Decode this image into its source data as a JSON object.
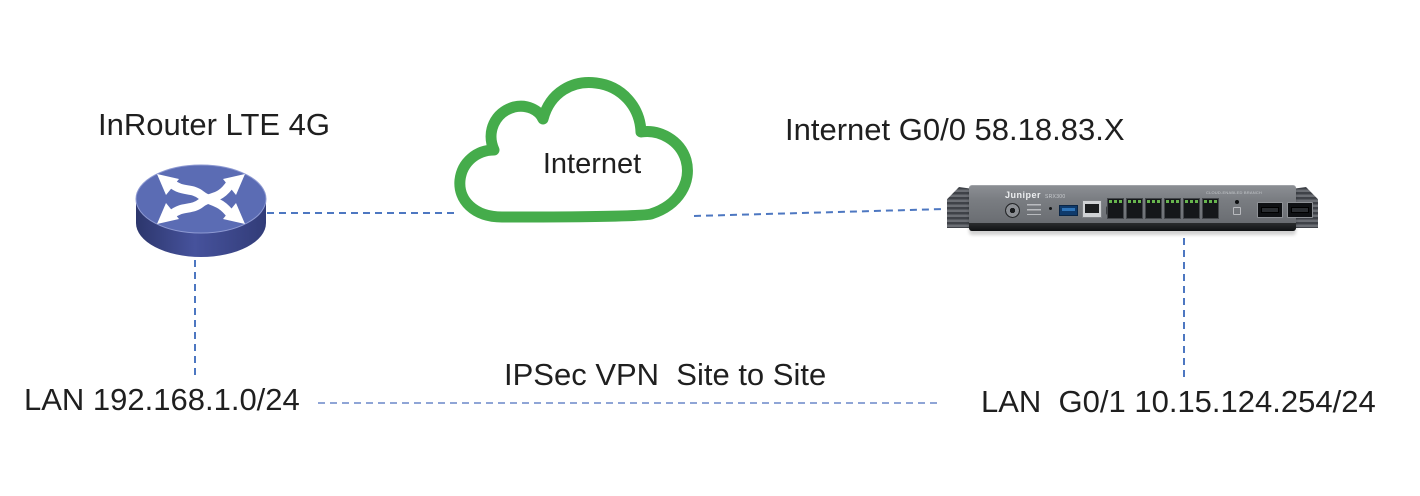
{
  "labels": {
    "router_title": "InRouter LTE 4G",
    "cloud": "Internet",
    "wan_interface": "Internet G0/0 58.18.83.X",
    "lan_left": "LAN 192.168.1.0/24",
    "vpn_tunnel": "IPSec VPN  Site to Site",
    "lan_right": "LAN  G0/1 10.15.124.254/24"
  },
  "devices": {
    "router": {
      "title": "InRouter LTE 4G",
      "kind": "router"
    },
    "firewall": {
      "brand": "Juniper",
      "model": "SRX300",
      "badge": "CLOUD-ENABLED BRANCH",
      "ethernet_ports": 6,
      "sfp_ports": 2
    }
  },
  "colors": {
    "cloud_green": "#45ac4b",
    "link_blue": "#4d77c1",
    "link_blue_light": "#8fa5d6",
    "router_top": "#5b6cb4",
    "router_side": "#3a4685",
    "text": "#1f1f1f"
  }
}
